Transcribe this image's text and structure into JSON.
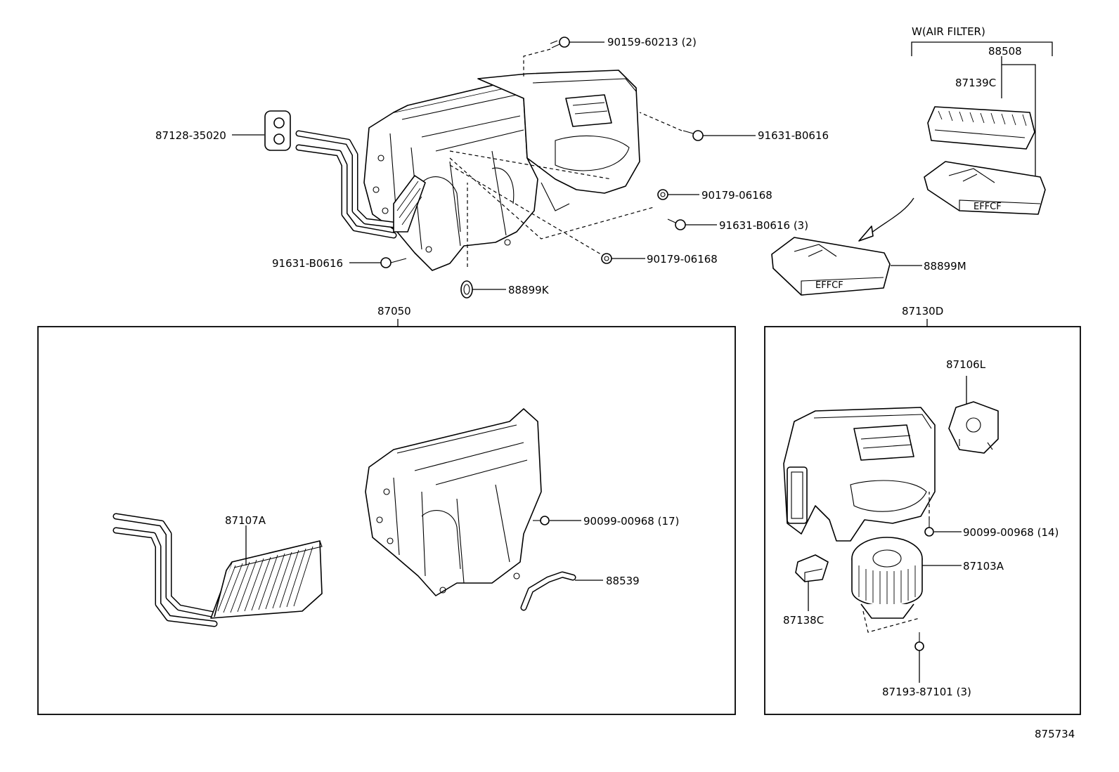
{
  "labels": {
    "p_90159_60213": "90159-60213 (2)",
    "p_87128_35020": "87128-35020",
    "p_91631_b0616_a": "91631-B0616",
    "p_90179_06168_a": "90179-06168",
    "p_91631_b0616_3": "91631-B0616 (3)",
    "p_91631_b0616_b": "91631-B0616",
    "p_90179_06168_b": "90179-06168",
    "p_88899k": "88899K",
    "p_air_filter": "W(AIR FILTER)",
    "p_88508": "88508",
    "p_87139c": "87139C",
    "p_88899m": "88899M",
    "p_87050": "87050",
    "p_87130d": "87130D",
    "p_87107a": "87107A",
    "p_90099_00968_17": "90099-00968 (17)",
    "p_88539": "88539",
    "p_87106l": "87106L",
    "p_90099_00968_14": "90099-00968 (14)",
    "p_87103a": "87103A",
    "p_87138c": "87138C",
    "p_87193_87101": "87193-87101 (3)",
    "p_figure_no": "875734"
  }
}
